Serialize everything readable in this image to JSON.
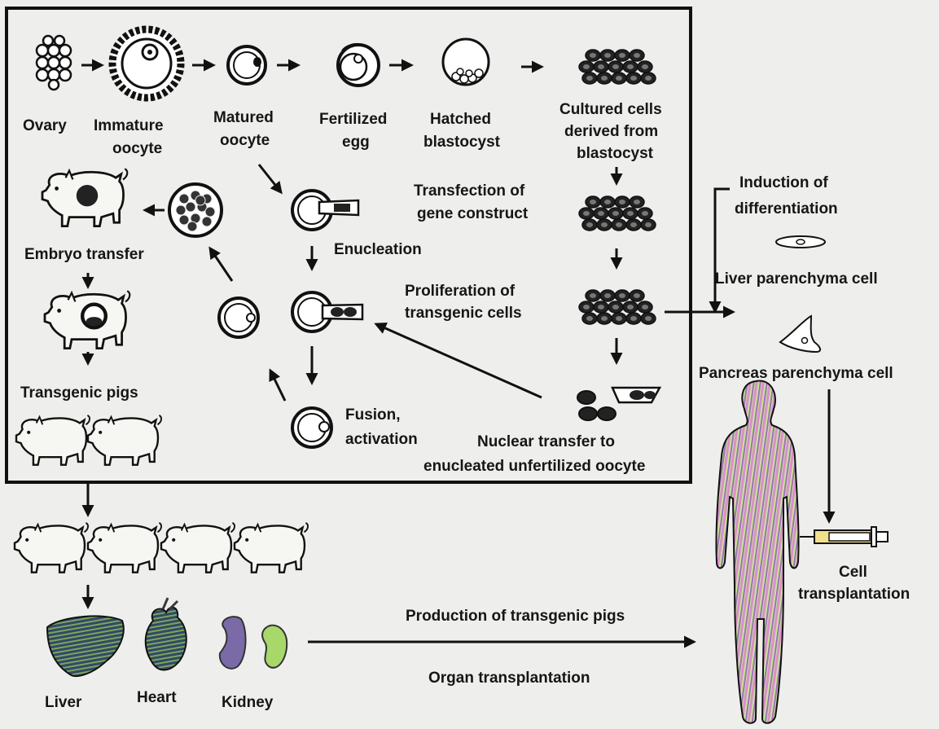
{
  "colors": {
    "ink": "#111111",
    "paper": "#eeeeec",
    "human_pink": "#d988c8",
    "human_green": "#a8d86a",
    "human_purple": "#9a6ab0",
    "syringe_yellow": "#f0e08a",
    "liver": "#3c5a78",
    "kidney": "#7a6aa8"
  },
  "labels": {
    "ovary": "Ovary",
    "immature_1": "Immature",
    "immature_2": "oocyte",
    "matured_1": "Matured",
    "matured_2": "oocyte",
    "fertilized_1": "Fertilized",
    "fertilized_2": "egg",
    "hatched_1": "Hatched",
    "hatched_2": "blastocyst",
    "cultured_1": "Cultured cells",
    "cultured_2": "derived from",
    "cultured_3": "blastocyst",
    "transfection_1": "Transfection of",
    "transfection_2": "gene construct",
    "enucleation": "Enucleation",
    "proliferation_1": "Proliferation of",
    "proliferation_2": "transgenic cells",
    "fusion_1": "Fusion,",
    "fusion_2": "activation",
    "nuclear_1": "Nuclear transfer to",
    "nuclear_2": "enucleated unfertilized oocyte",
    "embryo_transfer": "Embryo transfer",
    "transgenic_pigs": "Transgenic pigs",
    "induction_1": "Induction of",
    "induction_2": "differentiation",
    "liver_cell": "Liver parenchyma cell",
    "pancreas_cell": "Pancreas parenchyma cell",
    "cell_transplant_1": "Cell",
    "cell_transplant_2": "transplantation",
    "production": "Production of transgenic pigs",
    "organ_transplant": "Organ transplantation",
    "liver": "Liver",
    "heart": "Heart",
    "kidney": "Kidney"
  }
}
